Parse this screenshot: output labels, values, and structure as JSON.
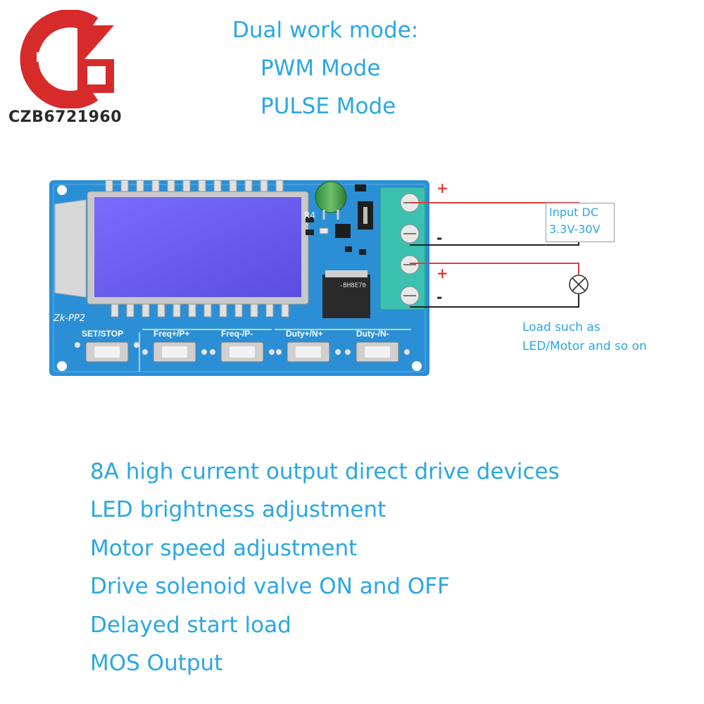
{
  "brand": {
    "logo_text": "CZB6721960"
  },
  "headline": {
    "line1": "Dual work mode:",
    "line2": "PWM Mode",
    "line3": "PULSE Mode"
  },
  "board": {
    "silk_model": "Zk-PP2",
    "silk_r4": "R4",
    "mosfet_marking": "-BH8E70",
    "buttons": [
      {
        "label": "SET/STOP"
      },
      {
        "label": "Freq+/P+"
      },
      {
        "label": "Freq-/P-"
      },
      {
        "label": "Duty+/N+"
      },
      {
        "label": "Duty-/N-"
      }
    ]
  },
  "wiring": {
    "input_label_line1": "Input DC",
    "input_label_line2": "3.3V-30V",
    "input_plus": "+",
    "input_minus": "-",
    "output_plus": "+",
    "output_minus": "-",
    "load_label_line1": "Load such as",
    "load_label_line2": "LED/Motor and so on"
  },
  "features": [
    "8A high current output direct drive devices",
    "LED brightness adjustment",
    "Motor speed adjustment",
    "Drive solenoid valve ON and OFF",
    "Delayed start load",
    "MOS Output"
  ],
  "colors": {
    "text_blue": "#2aa7e3",
    "pcb_blue": "#2b8fd6",
    "lcd_purple": "#6a5cf0",
    "terminal_green": "#3cc0b0",
    "wire_red": "#e23a3a",
    "wire_black": "#222222",
    "logo_red": "#d72a2a"
  }
}
